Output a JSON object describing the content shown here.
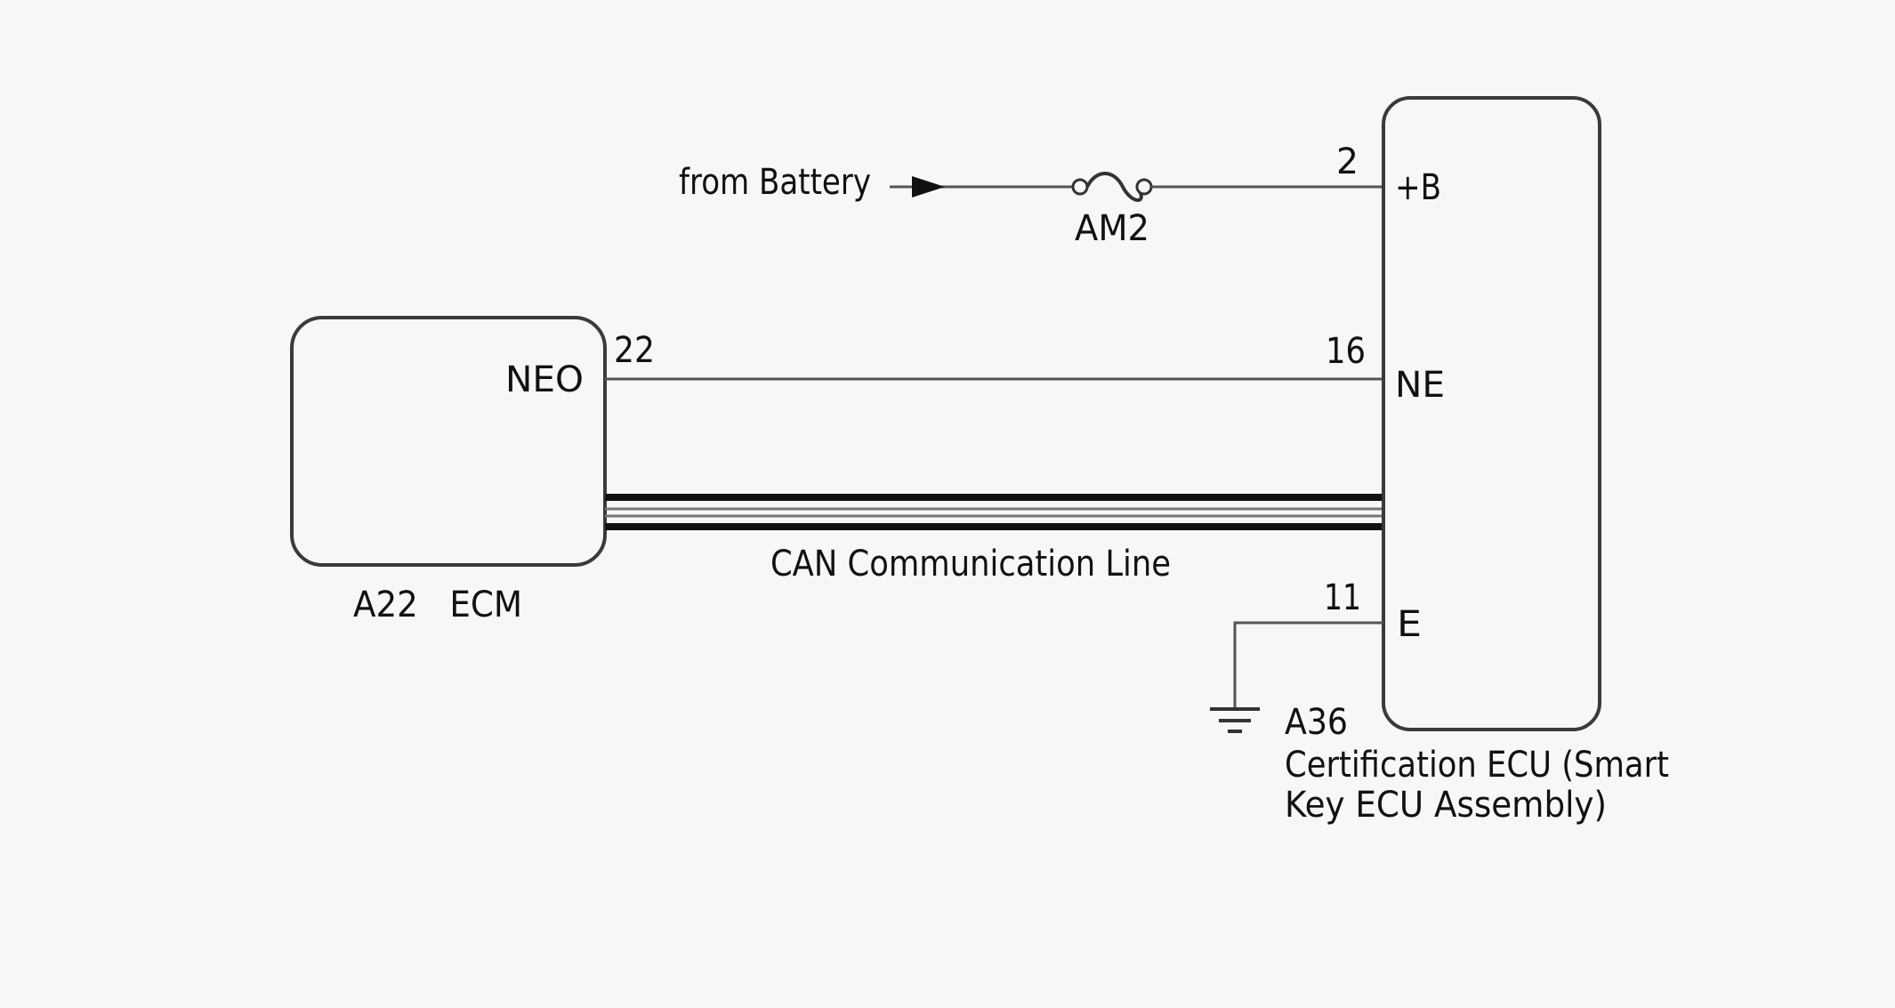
{
  "battery": {
    "label": "from Battery"
  },
  "fuse": {
    "label": "AM2"
  },
  "ecm": {
    "label": "A22   ECM",
    "terminal_name": "NEO",
    "terminal_pin": "22"
  },
  "smart_key_ecu": {
    "connector": "A36",
    "name_line1": "Certification ECU (Smart",
    "name_line2": "Key ECU Assembly)",
    "terminals": [
      {
        "name": "+B",
        "pin": "2"
      },
      {
        "name": "NE",
        "pin": "16"
      },
      {
        "name": "E",
        "pin": "11"
      }
    ]
  },
  "can_line": {
    "label": "CAN Communication Line"
  },
  "colors": {
    "background": "#f7f7f7",
    "wire": "#555555",
    "box_outline": "#3a3a3a",
    "can_line": "#111111"
  }
}
